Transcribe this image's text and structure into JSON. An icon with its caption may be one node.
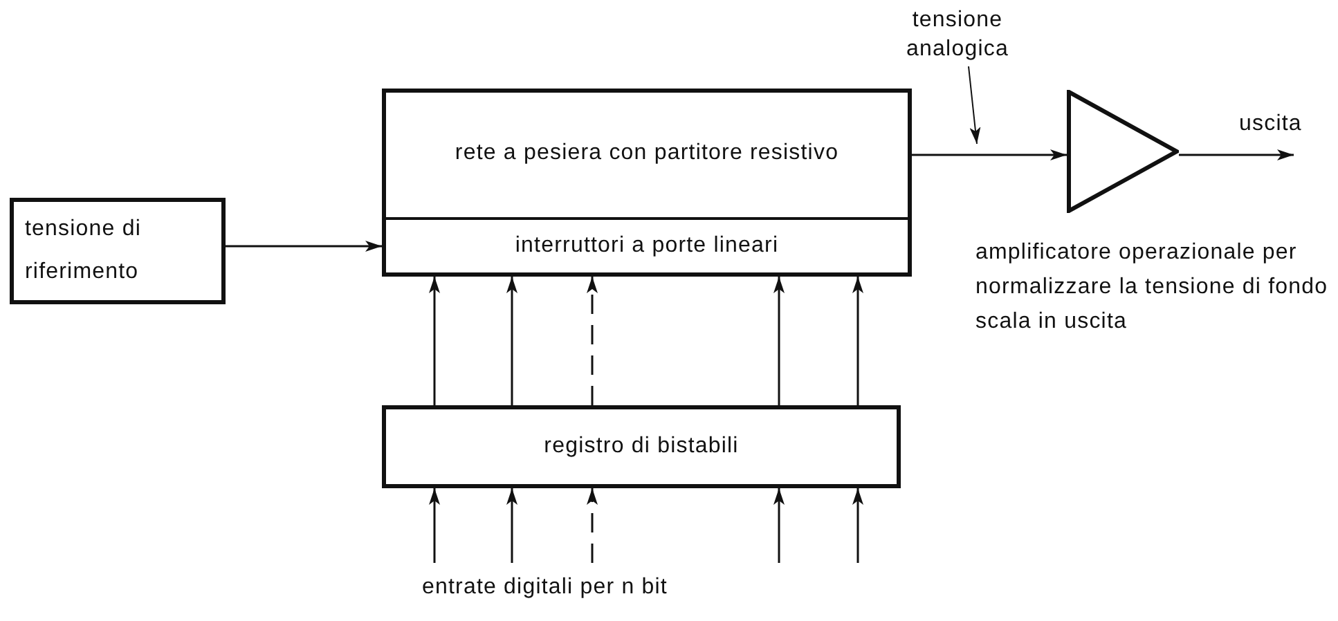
{
  "diagram": {
    "nodes": [
      {
        "text": [
          "tensione di riferimento"
        ]
      },
      {
        "text": [
          "rete a pesiera con partitore resistivo"
        ]
      },
      {
        "text": [
          "interruttori a porte lineari"
        ],
        "in": 1
      },
      {
        "text": [
          "registro di bistabili"
        ]
      },
      {
        "text": [],
        "shape": "triangle",
        "beside": [
          "amplificatore operazionale per normalizzare la tensione di fondo scala in uscita"
        ]
      },
      {
        "text": [
          "tensione analogica"
        ]
      }
    ],
    "edges": [
      {
        "from": 0,
        "to": 2,
        "arrow": "to"
      },
      {
        "from": 1,
        "to": 4,
        "arrow": "to"
      },
      {
        "from": 4,
        "to": null,
        "arrow": "to",
        "label": "uscita"
      },
      {
        "from": 5,
        "to": null,
        "arrow": "to"
      },
      {
        "from": 3,
        "to": 2,
        "arrow": "to"
      },
      {
        "from": 3,
        "to": 2,
        "arrow": "to"
      },
      {
        "from": 3,
        "to": 2,
        "arrow": "to",
        "style": "dashed"
      },
      {
        "from": 3,
        "to": 2,
        "arrow": "to"
      },
      {
        "from": 3,
        "to": 2,
        "arrow": "to"
      },
      {
        "from": null,
        "to": 3,
        "arrow": "to"
      },
      {
        "from": null,
        "to": 3,
        "arrow": "to"
      },
      {
        "from": null,
        "to": 3,
        "arrow": "to",
        "style": "dashed"
      },
      {
        "from": null,
        "to": 3,
        "arrow": "to"
      },
      {
        "from": null,
        "to": 3,
        "arrow": "to"
      }
    ],
    "labels": [
      "entrate digitali per n bit"
    ]
  }
}
